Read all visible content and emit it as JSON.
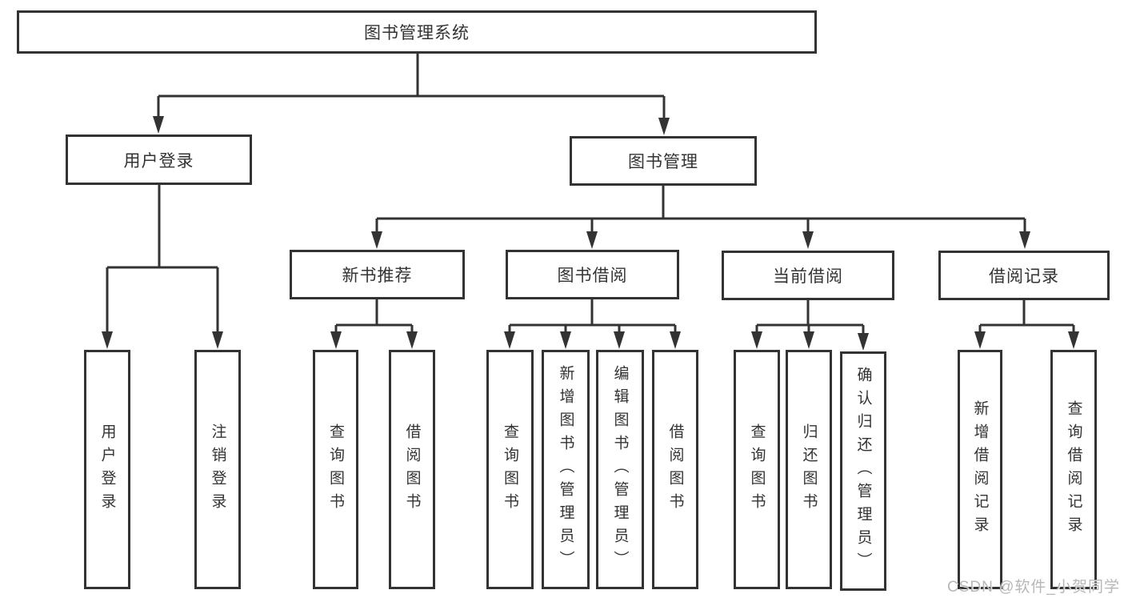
{
  "diagram": {
    "title": "图书管理系统",
    "level2": {
      "user_login": "用户登录",
      "book_mgmt": "图书管理"
    },
    "level3": {
      "new_books": "新书推荐",
      "book_borrow": "图书借阅",
      "current_borrow": "当前借阅",
      "borrow_records": "借阅记录"
    },
    "leaves": {
      "user_login_leaf": "用户登录",
      "logout": "注销登录",
      "nb_query_books": "查询图书",
      "nb_borrow_books": "借阅图书",
      "bb_query_books": "查询图书",
      "bb_add_books": "新增图书（管理员）",
      "bb_edit_books": "编辑图书（管理员）",
      "bb_borrow_books": "借阅图书",
      "cb_query_books": "查询图书",
      "cb_return_books": "归还图书",
      "cb_confirm_return": "确认归还（管理员）",
      "br_add_record": "新增借阅记录",
      "br_query_record": "查询借阅记录"
    }
  },
  "watermark": "CSDN @软件_小贺同学",
  "colors": {
    "line": "#333333",
    "text": "#333333",
    "background": "#ffffff",
    "watermark": "#aaaaaa"
  }
}
